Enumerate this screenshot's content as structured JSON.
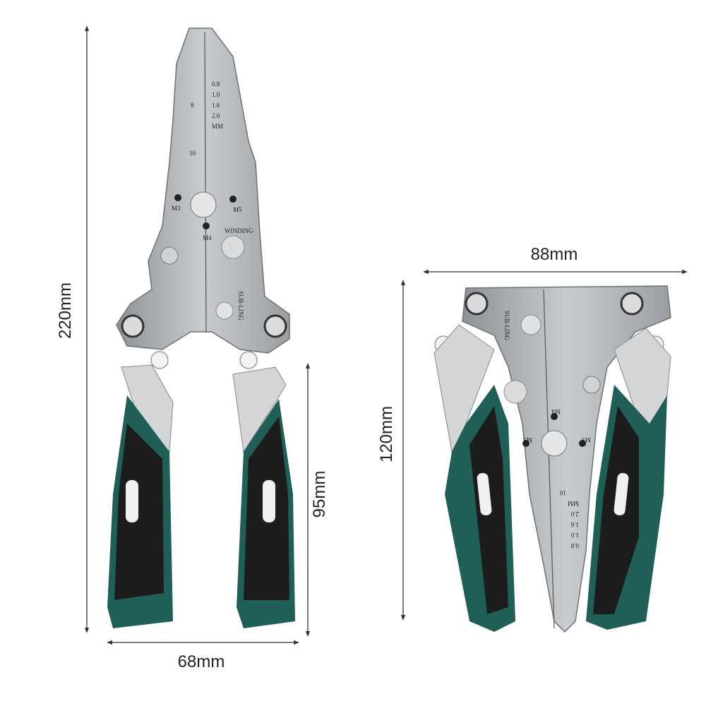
{
  "dimensions": {
    "closed_length": "220mm",
    "handle_length": "95mm",
    "closed_width": "68mm",
    "open_width": "88mm",
    "open_length": "120mm"
  },
  "tool_markings": {
    "gauges": [
      "0.8",
      "1.0",
      "1.6",
      "2.0",
      "MM"
    ],
    "side_numbers": [
      "8",
      "10"
    ],
    "screw_sizes": [
      "M3",
      "M5",
      "M4"
    ],
    "winding": "WINDING",
    "brand": "SUB-LING"
  },
  "colors": {
    "steel": "#b9bcbf",
    "handle_green": "#1f5f57",
    "handle_black": "#1c1c1c",
    "dimension_line": "#333333"
  }
}
